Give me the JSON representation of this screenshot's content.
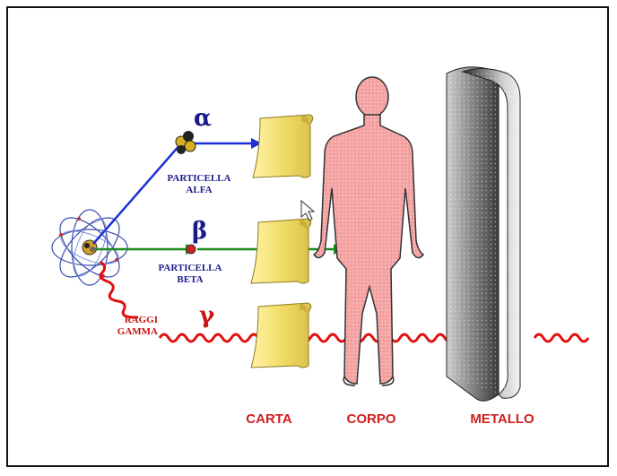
{
  "labels": {
    "alpha_symbol": "α",
    "alpha_line1": "PARTICELLA",
    "alpha_line2": "ALFA",
    "beta_symbol": "β",
    "beta_line1": "PARTICELLA",
    "beta_line2": "BETA",
    "gamma_symbol": "γ",
    "gamma_line1": "RAGGI",
    "gamma_line2": "GAMMA",
    "carta": "CARTA",
    "corpo": "CORPO",
    "metallo": "METALLO"
  },
  "colors": {
    "alpha_ray": "#1f2fd8",
    "beta_ray": "#1a8a1a",
    "gamma_ray": "#e01010",
    "label_blue": "#1a1a8c",
    "label_red": "#d21e1e",
    "paper": "#f4e37a",
    "body": "#f3a0a0",
    "metal": "#8a8a8a"
  },
  "icons": [
    "atom-icon",
    "alpha-particle-icon",
    "beta-particle-icon",
    "cursor-icon"
  ]
}
